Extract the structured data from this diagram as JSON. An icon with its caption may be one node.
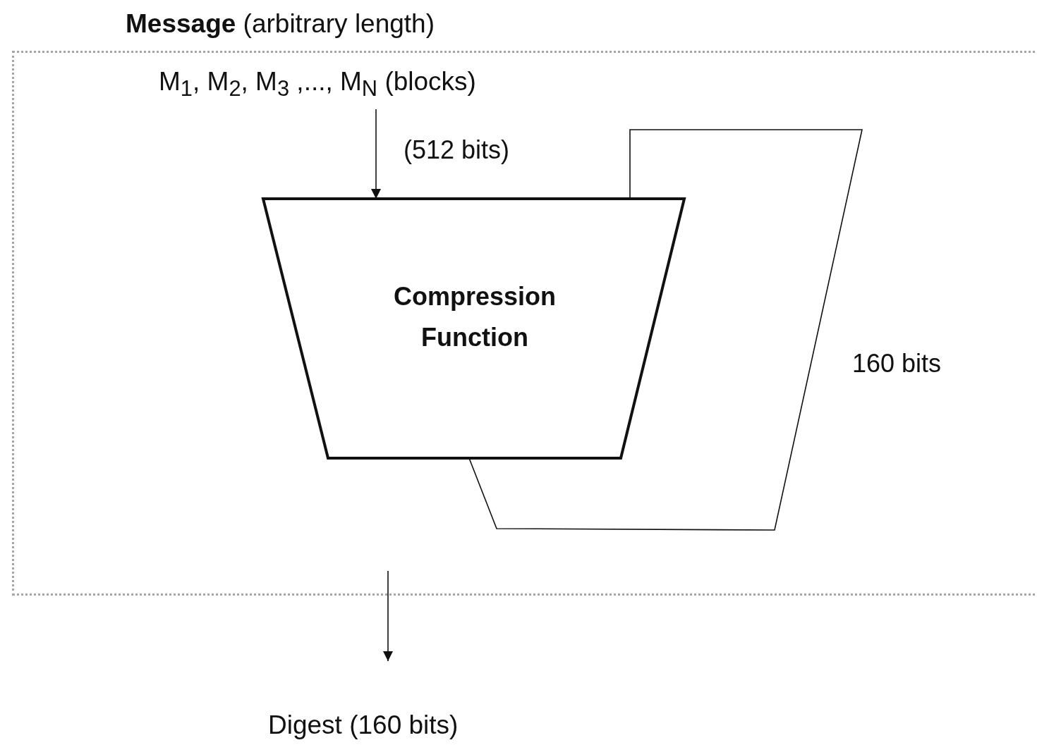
{
  "diagram": {
    "nodes": [
      {
        "text": [
          "**Message** (arbitrary length)"
        ]
      },
      {
        "text": [
          "M$_{1}$, M$_{2}$, M$_{3}$ ,..., M$_{N}$ (blocks)"
        ],
        "in": 0
      },
      {
        "text": [
          "Compression Function"
        ],
        "in": 0
      },
      {
        "text": [
          "Digest (160 bits)"
        ]
      }
    ],
    "edges": [
      {
        "from": 1,
        "to": 2,
        "arrow": "to",
        "label": "(512 bits)"
      },
      {
        "from": 2,
        "to": 2,
        "arrow": "none",
        "label": "160 bits"
      },
      {
        "from": 0,
        "to": 3,
        "arrow": "to"
      }
    ]
  }
}
